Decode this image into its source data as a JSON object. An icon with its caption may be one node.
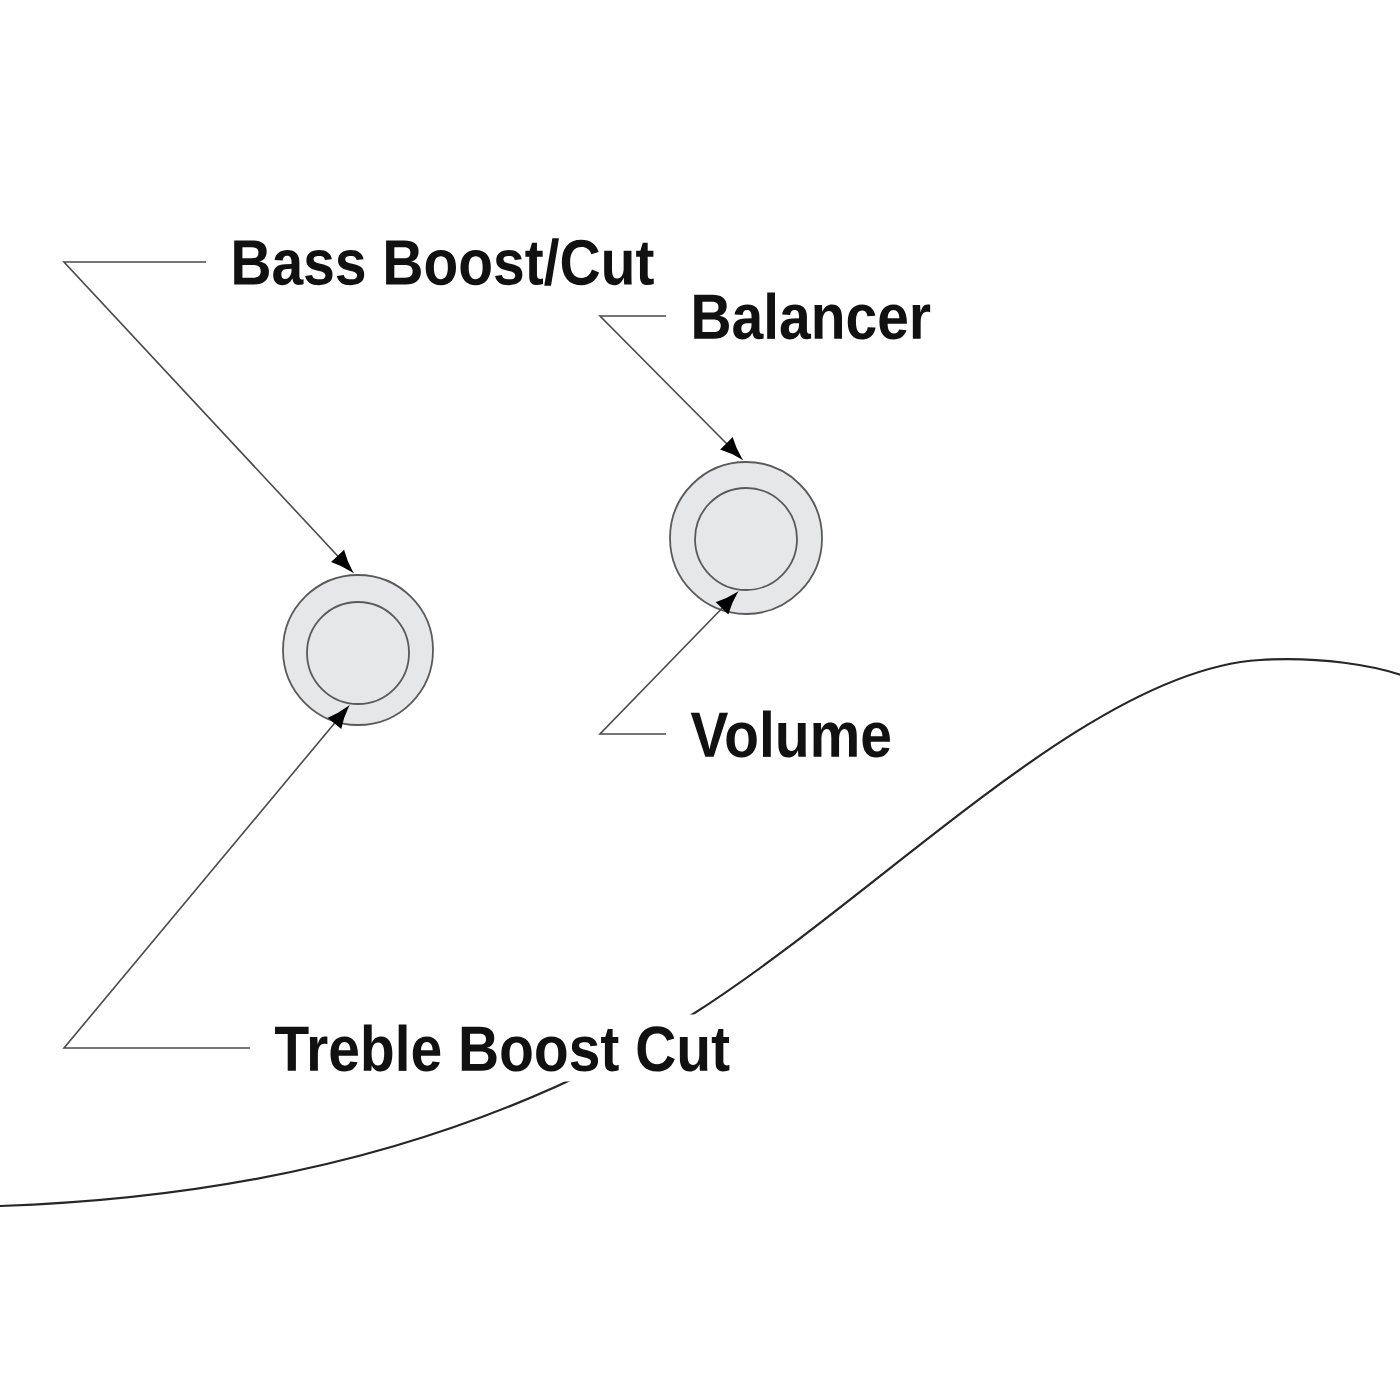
{
  "diagram": {
    "nodes": [
      {
        "text": [
          "Bass Boost/Cut"
        ]
      },
      {
        "text": [
          "Balancer"
        ]
      },
      {
        "text": [],
        "shape": "circle"
      },
      {
        "text": [],
        "shape": "circle",
        "in": 2
      },
      {
        "text": [],
        "shape": "circle"
      },
      {
        "text": [],
        "shape": "circle",
        "in": 4
      },
      {
        "text": [
          "Volume"
        ]
      },
      {
        "text": [
          "Treble Boost Cut"
        ]
      }
    ],
    "edges": [
      {
        "from": 0,
        "to": 2,
        "arrow": "to"
      },
      {
        "from": 1,
        "to": 4,
        "arrow": "to"
      },
      {
        "from": 6,
        "to": 5,
        "arrow": "to"
      },
      {
        "from": 7,
        "to": 3,
        "arrow": "to"
      }
    ]
  }
}
